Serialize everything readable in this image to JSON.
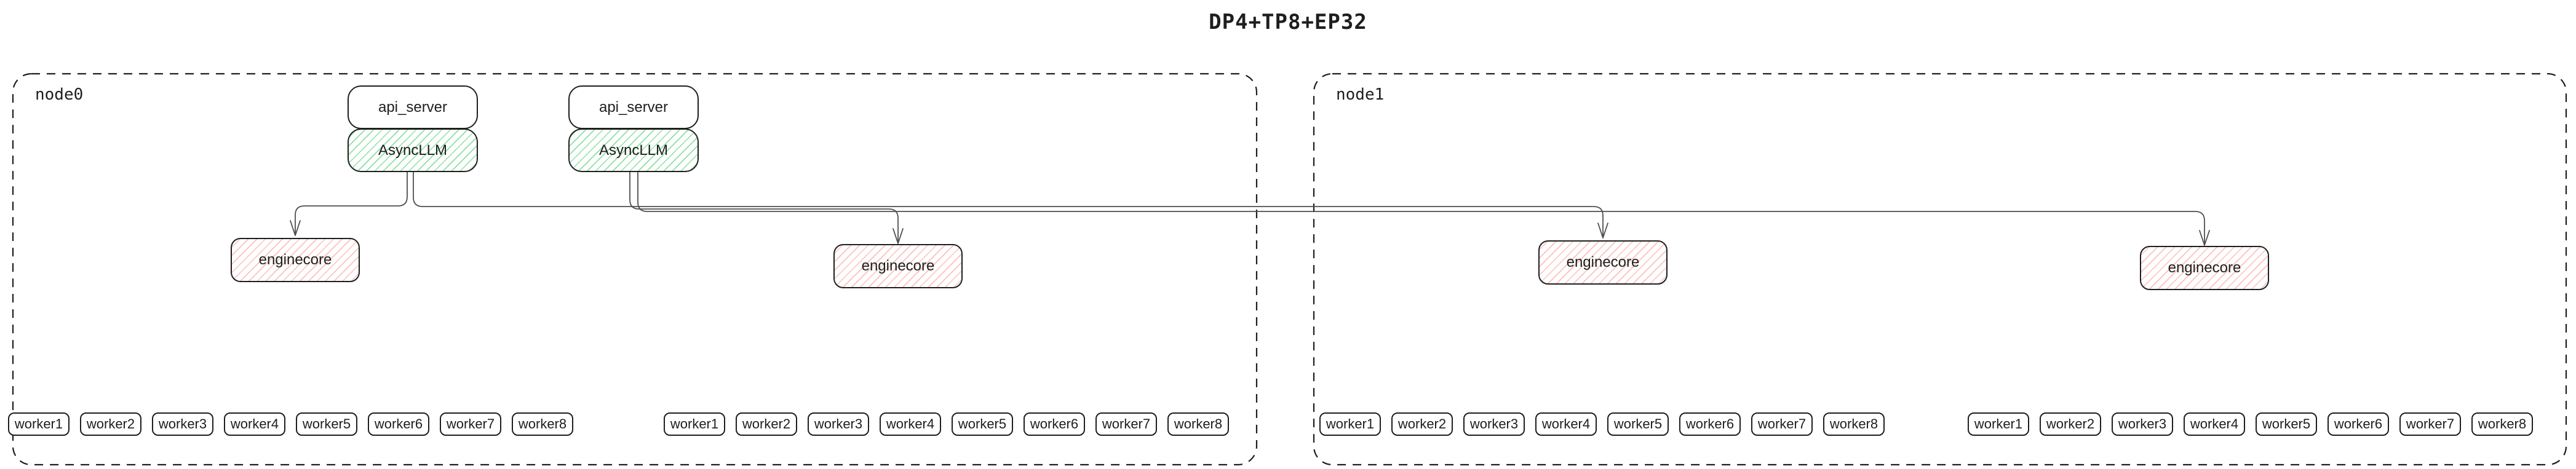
{
  "title": "DP4+TP8+EP32",
  "colors": {
    "box_border": "#1e1e1e",
    "connector_line": "#4f4f4f",
    "green_hatch_line": "#8ce1a0",
    "red_hatch_line": "#ffbebe",
    "text": "#1e1e1e",
    "background": "#ffffff"
  },
  "nodes": [
    {
      "label": "node0",
      "api_pairs": [
        {
          "api_server_label": "api_server",
          "asyncllm_label": "AsyncLLM"
        },
        {
          "api_server_label": "api_server",
          "asyncllm_label": "AsyncLLM"
        }
      ],
      "enginecore_labels": [
        "enginecore",
        "enginecore"
      ],
      "worker_groups": [
        {
          "workers": [
            "worker1",
            "worker2",
            "worker3",
            "worker4",
            "worker5",
            "worker6",
            "worker7",
            "worker8"
          ]
        },
        {
          "workers": [
            "worker1",
            "worker2",
            "worker3",
            "worker4",
            "worker5",
            "worker6",
            "worker7",
            "worker8"
          ]
        }
      ]
    },
    {
      "label": "node1",
      "enginecore_labels": [
        "enginecore",
        "enginecore"
      ],
      "worker_groups": [
        {
          "workers": [
            "worker1",
            "worker2",
            "worker3",
            "worker4",
            "worker5",
            "worker6",
            "worker7",
            "worker8"
          ]
        },
        {
          "workers": [
            "worker1",
            "worker2",
            "worker3",
            "worker4",
            "worker5",
            "worker6",
            "worker7",
            "worker8"
          ]
        }
      ]
    }
  ]
}
